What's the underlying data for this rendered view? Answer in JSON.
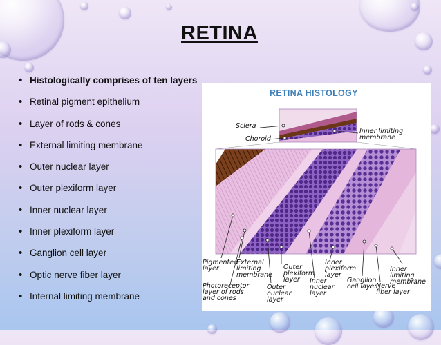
{
  "slide": {
    "title": "RETINA",
    "bullets": [
      "Histologically comprises of ten layers",
      "Retinal pigment epithelium",
      "Layer of rods & cones",
      "External limiting membrane",
      "Outer nuclear layer",
      "Outer plexiform layer",
      "Inner nuclear layer",
      "Inner plexiform layer",
      "Ganglion cell layer",
      "Optic nerve fiber layer",
      "Internal limiting membrane"
    ]
  },
  "figure": {
    "title": "RETINA HISTOLOGY",
    "labels": {
      "sclera": "Sclera",
      "choroid": "Choroid",
      "inner_limiting_top": "Inner limiting membrane",
      "pigmented_layer": "Pigmented layer",
      "external_limiting": "External limiting membrane",
      "outer_plexiform": "Outer plexiform layer",
      "inner_plexiform": "Inner plexiform layer",
      "inner_limiting_bottom": "Inner limiting membrane",
      "photoreceptor": "Photoreceptor layer of rods and cones",
      "outer_nuclear": "Outer nuclear layer",
      "inner_nuclear": "Inner nuclear layer",
      "ganglion": "Ganglion cell layer",
      "nerve_fiber": "Nerve fiber layer"
    }
  },
  "colors": {
    "title_text": "#111111",
    "figure_title": "#3f7fb8",
    "tissue_pink": "#e6b3d8",
    "nuclei_purple": "#6a3aa6",
    "pigment_brown": "#6b3517"
  }
}
